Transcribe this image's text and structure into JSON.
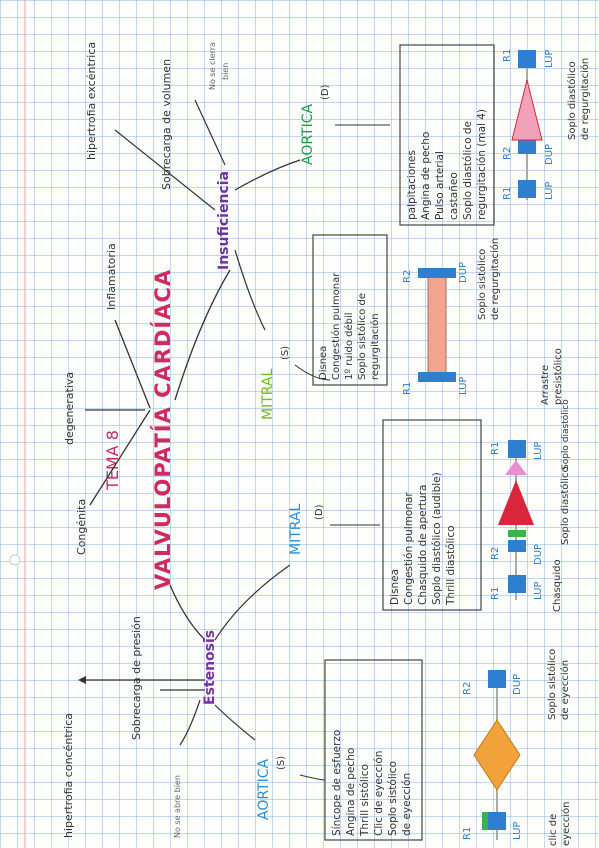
{
  "page_title": "TEMA 8",
  "central_title": "VALVULOPATÍA CARDÍACA",
  "causes": [
    "Congénita",
    "degenerativa",
    "Inflamatoria"
  ],
  "estenosis": {
    "label": "Estenosis",
    "effect_1": "hipertrofia concéntrica",
    "effect_2": "Sobrecarga de presión",
    "side_note": "No se abre bien",
    "aortica": {
      "label": "AORTICA",
      "sub": "(S)",
      "symptoms": [
        "Síncope de esfuerzo",
        "Angina de pecho",
        "Thrill sistólico",
        "Clic de eyección",
        "Soplo sistólico",
        "de eyección"
      ],
      "diagram": {
        "r1": "R1",
        "r2": "R2",
        "lup": "LUP",
        "dup": "DUP",
        "note_1": "Soplo sistólico",
        "note_2": "de eyección",
        "note_left_1": "clic de",
        "note_left_2": "eyección"
      }
    },
    "mitral": {
      "label": "MITRAL",
      "sub": "(D)",
      "symptoms": [
        "Disnea",
        "Congestión pulmonar",
        "Chasquido de apertura",
        "Soplo diastólico (audible)",
        "Thrill diastólico"
      ],
      "diagram": {
        "r1": "R1",
        "r2": "R2",
        "r1b": "R1",
        "lup": "LUP",
        "dup": "DUP",
        "lup2": "LUP",
        "note_chasquido": "Chasquido",
        "note_soplo": "Soplo diastólico",
        "note_soplo2": "Soplo diastólico",
        "note_arrastre_1": "Arrastre",
        "note_arrastre_2": "presistólico"
      }
    }
  },
  "insuficiencia": {
    "label": "Insuficiencia",
    "effect_1": "hipertrofia excéntrica",
    "effect_2": "Sobrecarga de volumen",
    "side_note_1": "No se cierra",
    "side_note_2": "bien",
    "mitral": {
      "label": "MITRAL",
      "sub": "(S)",
      "symptoms": [
        "Disnea",
        "Congestión pulmonar",
        "1º ruido débil",
        "Soplo sistólico de",
        "regurgitación"
      ],
      "diagram": {
        "r1": "R1",
        "r2": "R2",
        "lup": "LUP",
        "dup": "DUP",
        "note_1": "Soplo sistólico",
        "note_2": "de regurgitación"
      }
    },
    "aortica": {
      "label": "AORTICA",
      "sub": "(D)",
      "symptoms": [
        "palpitaciones",
        "Angina de pecho",
        "Pulso arterial",
        "castañeo",
        "Soplo diastólico de",
        "regurgitación (mal 4)"
      ],
      "diagram": {
        "r1": "R1",
        "r2": "R2",
        "r1b": "R1",
        "lup": "LUP",
        "dup": "DUP",
        "lup2": "LUP",
        "note_1": "Soplo diastólico",
        "note_2": "de regurgitación"
      }
    }
  },
  "colors": {
    "title": "#d12a62",
    "estenosis": "#7a2fa8",
    "insuficiencia": "#6b33a6",
    "aortica_est": "#2a8fd6",
    "mitral_est": "#2a8fd6",
    "mitral_ins": "#6cbf1c",
    "aortica_ins": "#1f9a4a",
    "ink": "#333333",
    "blue_bar": "#2f7fd0",
    "red": "#d9263b",
    "orange": "#f1a23b",
    "pink": "#e98fce",
    "green_bar": "#38b449",
    "salmon": "#f3a48f"
  }
}
